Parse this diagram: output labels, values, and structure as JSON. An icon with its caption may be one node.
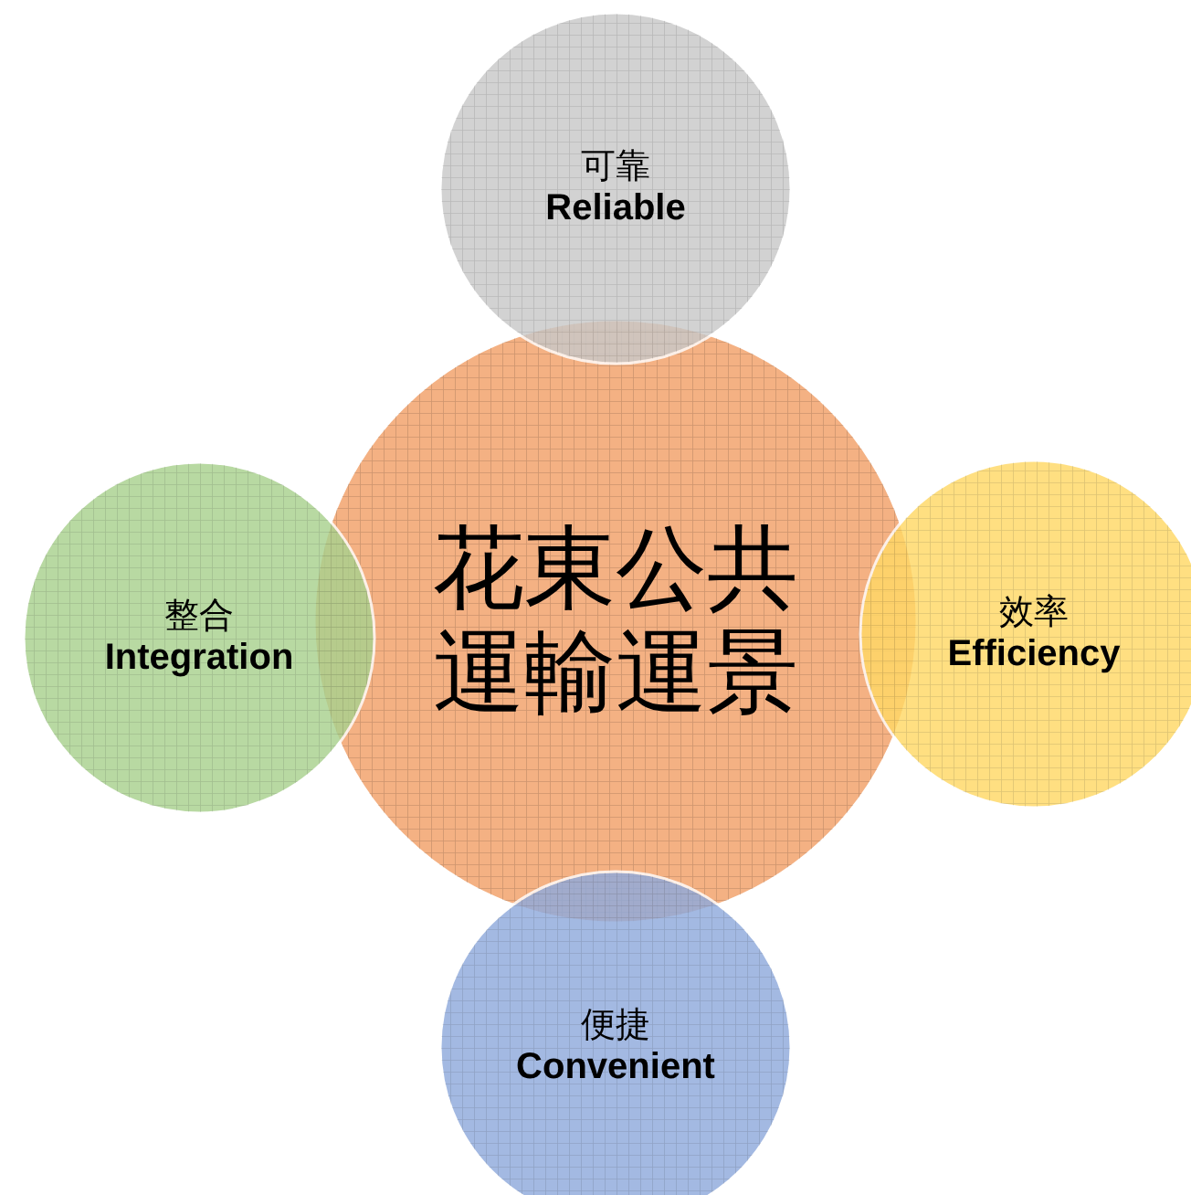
{
  "diagram": {
    "nodes": [
      {
        "text": [
          "花東公共運輸運景"
        ]
      },
      {
        "text": [
          "可靠",
          "Reliable"
        ]
      },
      {
        "text": [
          "整合",
          "Integration"
        ]
      },
      {
        "text": [
          "效率",
          "Efficiency"
        ]
      },
      {
        "text": [
          "便捷",
          "Convenient"
        ]
      }
    ]
  }
}
